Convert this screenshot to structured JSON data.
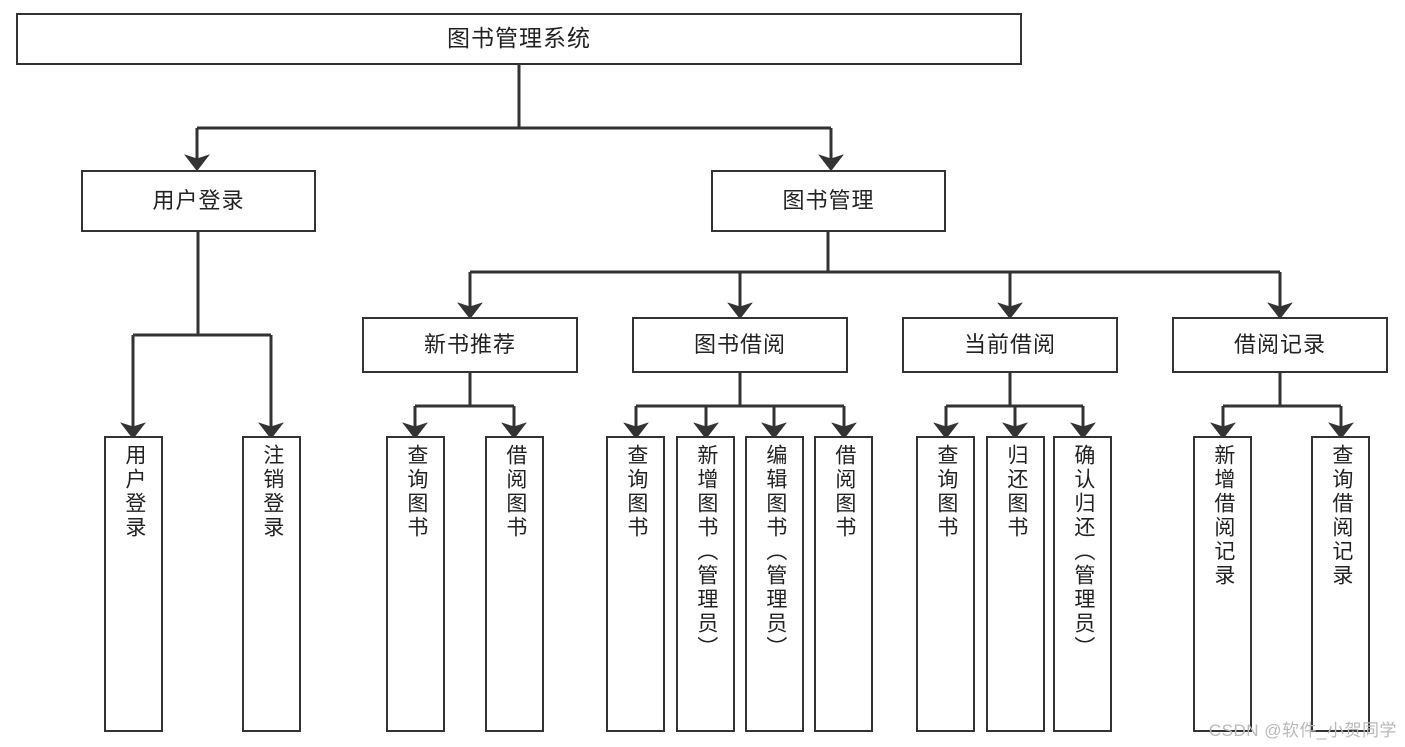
{
  "diagram": {
    "title": "图书管理系统",
    "type": "tree-hierarchy",
    "root": {
      "label": "图书管理系统"
    },
    "level1": [
      {
        "label": "用户登录"
      },
      {
        "label": "图书管理"
      }
    ],
    "level2": [
      {
        "label": "新书推荐"
      },
      {
        "label": "图书借阅"
      },
      {
        "label": "当前借阅"
      },
      {
        "label": "借阅记录"
      }
    ],
    "leaves": {
      "user_login": [
        {
          "label": "用户登录"
        },
        {
          "label": "注销登录"
        }
      ],
      "new_book_recommend": [
        {
          "label": "查询图书"
        },
        {
          "label": "借阅图书"
        }
      ],
      "book_borrow": [
        {
          "label": "查询图书"
        },
        {
          "label": "新增图书（管理员）"
        },
        {
          "label": "编辑图书（管理员）"
        },
        {
          "label": "借阅图书"
        }
      ],
      "current_borrow": [
        {
          "label": "查询图书"
        },
        {
          "label": "归还图书"
        },
        {
          "label": "确认归还（管理员）"
        }
      ],
      "borrow_record": [
        {
          "label": "新增借阅记录"
        },
        {
          "label": "查询借阅记录"
        }
      ]
    }
  },
  "watermark": {
    "text": "CSDN @软件_小贺同学"
  },
  "colors": {
    "stroke": "#333333",
    "background": "#ffffff",
    "text": "#222222",
    "watermark": "#b9b9b9"
  }
}
